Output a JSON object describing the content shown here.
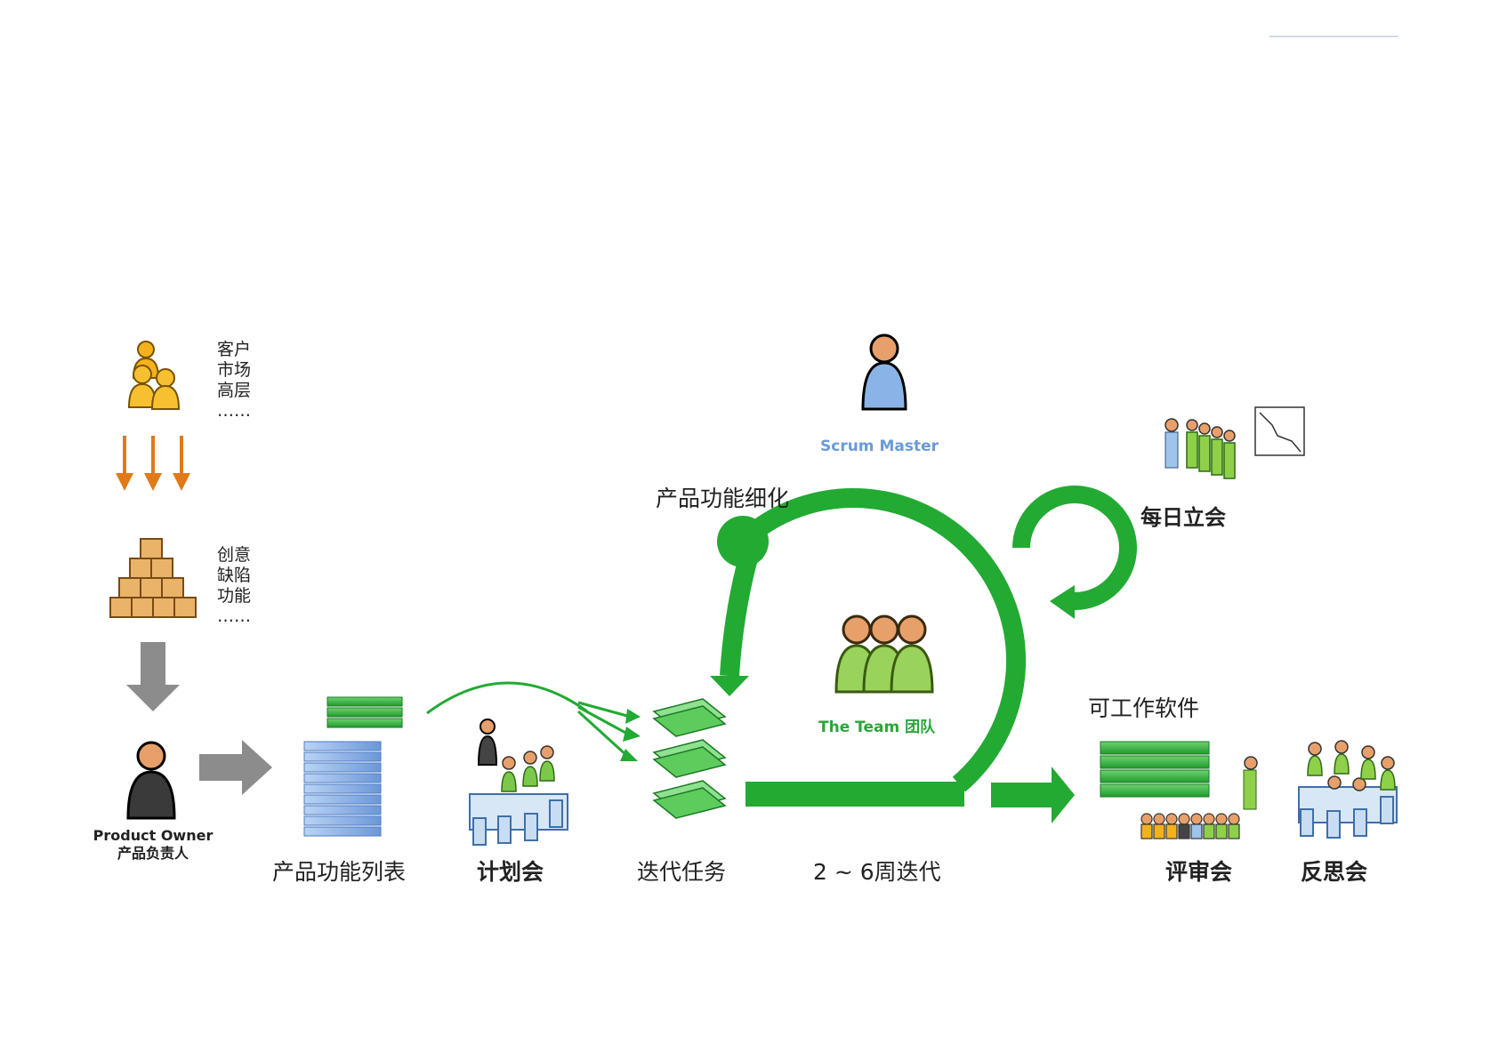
{
  "stakeholders": [
    "客户",
    "市场",
    "高层",
    "……"
  ],
  "ideas": [
    "创意",
    "缺陷",
    "功能",
    "……"
  ],
  "product_owner": {
    "en": "Product Owner",
    "zh": "产品负责人"
  },
  "scrum_master": "Scrum Master",
  "team": "The Team 团队",
  "labels": {
    "refinement": "产品功能细化",
    "backlog": "产品功能列表",
    "planning": "计划会",
    "sprint_tasks": "迭代任务",
    "sprint": "2 ~ 6周迭代",
    "daily": "每日立会",
    "increment": "可工作软件",
    "review": "评审会",
    "retro": "反思会"
  },
  "colors": {
    "accent_green": "#22aa33",
    "scrum_master_blue": "#6a9ad8",
    "team_green": "#2aa63a",
    "arrow_orange": "#e07a18"
  }
}
